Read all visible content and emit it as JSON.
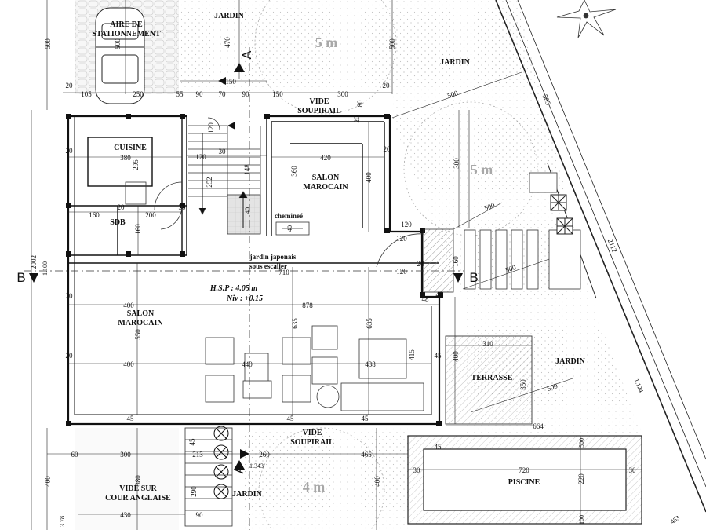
{
  "labels": {
    "aire_stationnement": [
      "AIRE DE",
      "STATIONNEMENT"
    ],
    "jardin_top": "JARDIN",
    "jardin_right_top": "JARDIN",
    "jardin_right_mid": "JARDIN",
    "jardin_bottom": "JARDIN",
    "cuisine": "CUISINE",
    "sdb": "SDB",
    "salon_marocain_upper": [
      "SALON",
      "MAROCAIN"
    ],
    "salon_marocain_lower": [
      "SALON",
      "MAROCAIN"
    ],
    "cheminee": "chemineé",
    "jardin_japonais": [
      "jardin japonais",
      "sous escalier"
    ],
    "vide_soupirail_top": [
      "VIDE",
      "SOUPIRAIL"
    ],
    "vide_soupirail_bottom": [
      "VIDE",
      "SOUPIRAIL"
    ],
    "vide_cour": [
      "VIDE SUR",
      "COUR ANGLAISE"
    ],
    "terrasse": "TERRASSE",
    "piscine": "PISCINE",
    "hsp": "H.S.P : 4.05 m",
    "niv": "Niv : +0.15"
  },
  "radius_labels": {
    "top": "5 m",
    "right": "5 m",
    "bottom": "4 m"
  },
  "section_marks": {
    "a_top": "A",
    "a_bottom": "A",
    "b_left": "B",
    "b_right": "B"
  },
  "dimensions": {
    "d500_left": "500",
    "d470": "470",
    "d500_top": "500",
    "d500_car": "500",
    "d1150": "1150",
    "d20_a": "20",
    "d105": "105",
    "d250": "250",
    "d55": "55",
    "d90_a": "90",
    "d70": "70",
    "d90_b": "90",
    "d150": "150",
    "d300_top": "300",
    "d80": "80",
    "d20_b": "20",
    "d20_c": "20",
    "d500_diag": "500",
    "d585": "585",
    "d20_d": "20",
    "d380_cuisine": "380",
    "d295": "295",
    "d120_a": "120",
    "d30": "30",
    "d148": "148",
    "d120_b": "120",
    "d420": "420",
    "d360": "360",
    "d400_right": "400",
    "d20_e": "20",
    "d252": "252",
    "d300_vert": "300",
    "d2002": "2002",
    "d1100": "1.100",
    "d160_a": "160",
    "d20_f": "20",
    "d200": "200",
    "d30_b": "30",
    "d160_b": "160",
    "d40_a": "40",
    "d40_b": "40",
    "d500_right": "500",
    "d120_c": "120",
    "d120_d": "120",
    "d120_e": "120",
    "d20_g": "20",
    "d160_c": "160",
    "d2112": "2112",
    "d710": "710",
    "d500_b": "500",
    "d20_h": "20",
    "d400_salon": "400",
    "d878": "878",
    "d48": "48",
    "d45_a": "45",
    "d635_a": "635",
    "d635_b": "635",
    "d550": "550",
    "d310": "310",
    "d20_i": "20",
    "d400_b": "400",
    "d440": "440",
    "d438": "438",
    "d415": "415",
    "d45_b": "45",
    "d400_c": "400",
    "d350": "350",
    "d1124": "1.124",
    "d500_terr": "500",
    "d45_c": "45",
    "d45_d": "45",
    "d45_e": "45",
    "d664": "664",
    "d45_f": "45",
    "d60": "60",
    "d300_bot": "300",
    "d213": "213",
    "d260": "260",
    "d465": "465",
    "d1343": "1.343",
    "d45_g": "45",
    "d500_pool": "500",
    "d30_c": "30",
    "d720": "720",
    "d30_d": "30",
    "d220": "220",
    "d400_d": "400",
    "d380_b": "380",
    "d290": "290",
    "d400_e": "400",
    "d430": "430",
    "d90_c": "90",
    "d100": "100",
    "d378": "3.78",
    "d453": "453"
  }
}
